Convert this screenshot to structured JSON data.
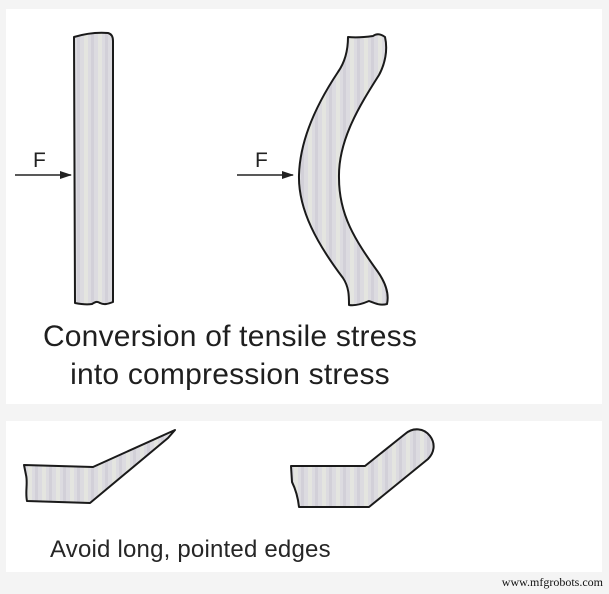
{
  "diagram": {
    "top_section": {
      "force_label_left": "F",
      "force_label_right": "F",
      "caption_line1": "Conversion of tensile stress",
      "caption_line2": "into compression stress",
      "shapes": [
        "straight-bar",
        "curved-bar"
      ]
    },
    "bottom_section": {
      "caption": "Avoid long, pointed edges",
      "shapes": [
        "pointed-edge-part",
        "rounded-edge-part"
      ]
    },
    "colors": {
      "background": "#f4f4f4",
      "panel": "#ffffff",
      "shape_fill": "#d9d8dd",
      "outline": "#1a1a1a",
      "text": "#1f1f1f"
    }
  },
  "watermark": "www.mfgrobots.com"
}
